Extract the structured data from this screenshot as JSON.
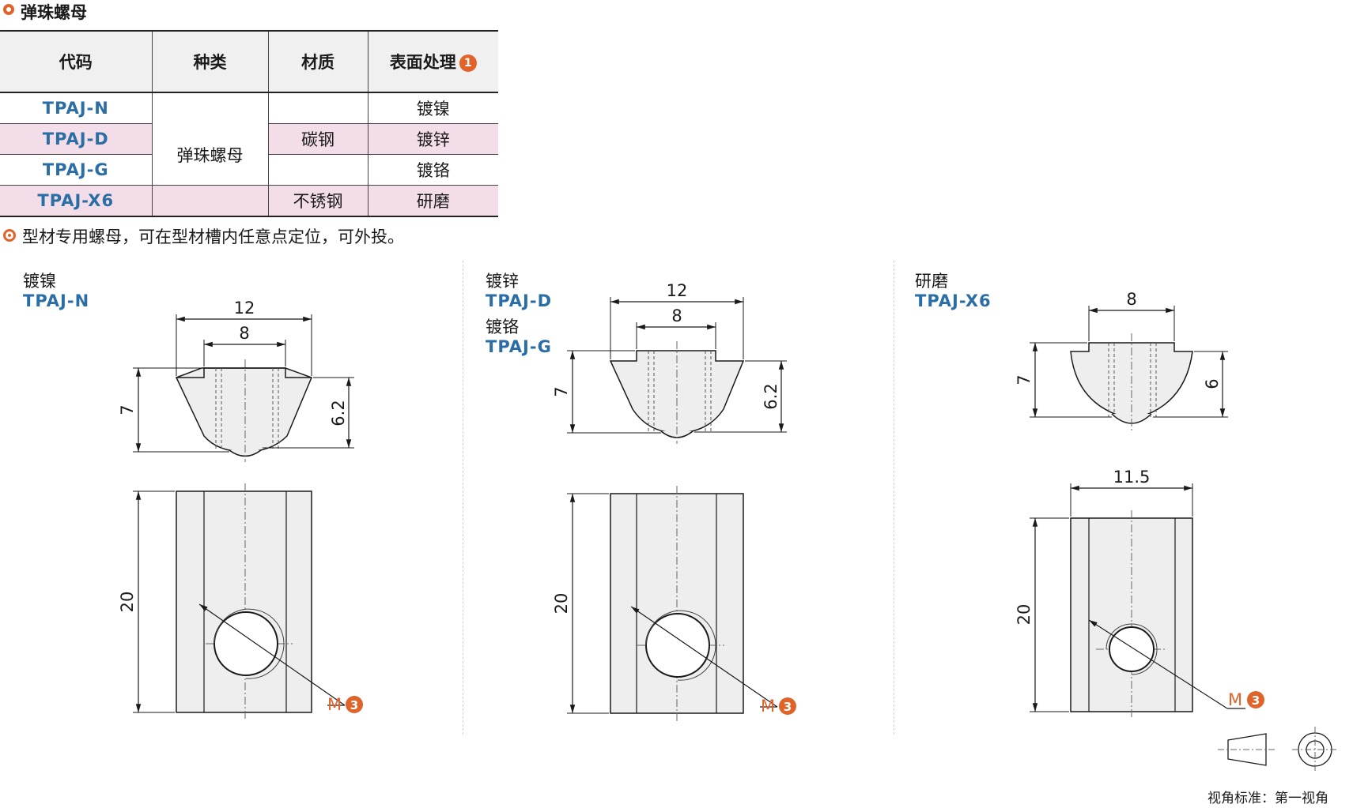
{
  "section_title": "弹珠螺母",
  "table": {
    "headers": {
      "code": "代码",
      "type": "种类",
      "material": "材质",
      "surface": "表面处理",
      "surface_badge": "1"
    },
    "rows": [
      {
        "code": "TPAJ-N",
        "surface": "镀镍"
      },
      {
        "code": "TPAJ-D",
        "surface": "镀锌"
      },
      {
        "code": "TPAJ-G",
        "surface": "镀铬"
      },
      {
        "code": "TPAJ-X6",
        "surface": "研磨"
      }
    ],
    "type_merged": "弹珠螺母",
    "material_carbon": "碳钢",
    "material_stainless": "不锈钢"
  },
  "note": "型材专用螺母，可在型材槽内任意点定位，可外投。",
  "views": [
    {
      "finish": "镀镍",
      "code": "TPAJ-N",
      "top_width": "12",
      "slot_width": "8",
      "height": "7",
      "inner_height": "6.2",
      "length": "20",
      "thread_label": "M",
      "thread_badge": "3"
    },
    {
      "finish": "镀锌",
      "code": "TPAJ-D",
      "finish2": "镀铬",
      "code2": "TPAJ-G",
      "top_width": "12",
      "slot_width": "8",
      "height": "7",
      "inner_height": "6.2",
      "length": "20",
      "thread_label": "M",
      "thread_badge": "3"
    },
    {
      "finish": "研磨",
      "code": "TPAJ-X6",
      "top_width": "8",
      "height": "7",
      "inner_height": "6",
      "body_width": "11.5",
      "length": "20",
      "thread_label": "M",
      "thread_badge": "3"
    }
  ],
  "projection_standard": "视角标准：第一视角",
  "colors": {
    "accent": "#e0632a",
    "code_blue": "#2b6ea6",
    "pink_row": "#f3dde8"
  }
}
